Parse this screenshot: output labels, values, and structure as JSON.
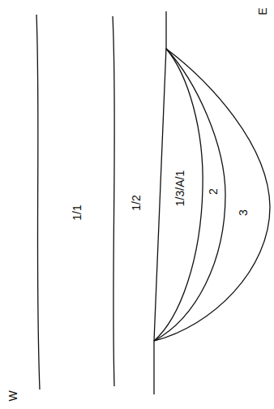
{
  "diagram": {
    "labels": [
      "W",
      "E",
      "1/1",
      "1/2",
      "1/3/A/1",
      "2",
      "3"
    ]
  }
}
